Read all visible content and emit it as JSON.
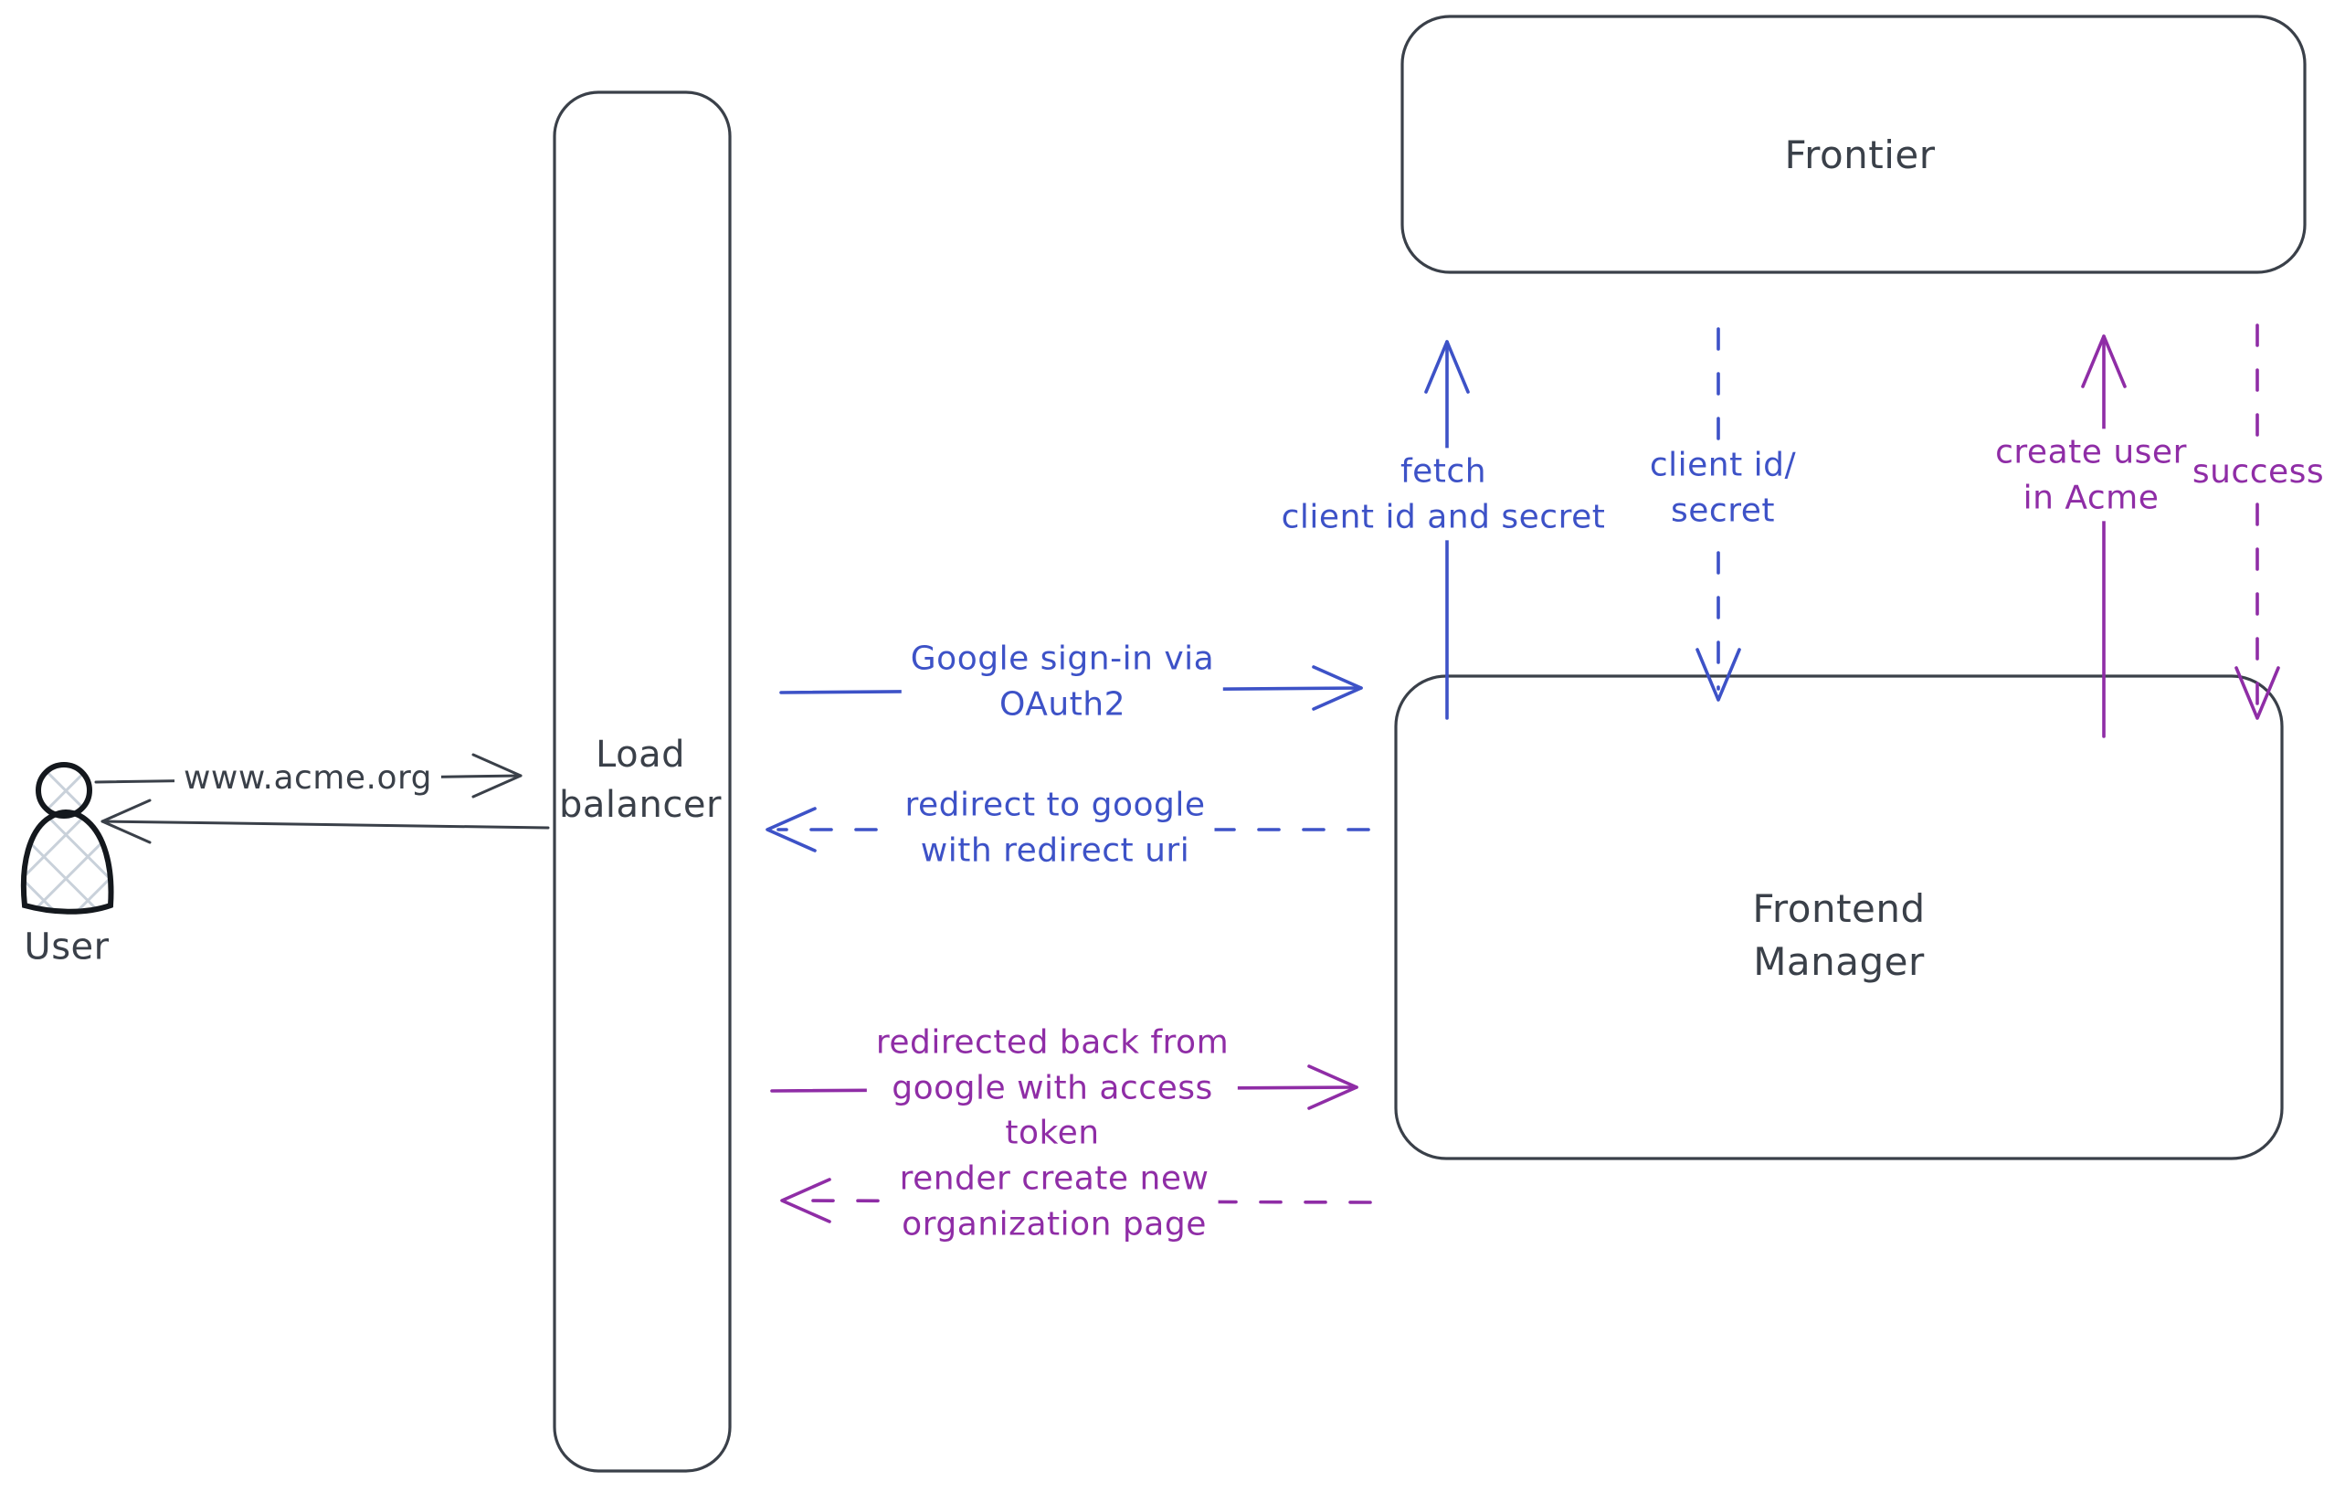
{
  "colors": {
    "ink": "#3a4049",
    "blue": "#3d52c7",
    "purple": "#8f2da6",
    "hatch": "#c9d1da",
    "bg": "#ffffff"
  },
  "nodes": {
    "user": {
      "label": "User"
    },
    "load_balancer": {
      "label": "Load\nbalancer"
    },
    "frontier": {
      "label": "Frontier"
    },
    "frontend_manager": {
      "label": "Frontend\nManager"
    }
  },
  "edges": {
    "www_acme": {
      "label": "www.acme.org",
      "style": "solid",
      "from": "user",
      "to": "load_balancer"
    },
    "lb_response": {
      "label": "",
      "style": "solid",
      "from": "load_balancer",
      "to": "user"
    },
    "google_signin": {
      "label": "Google sign-in via\nOAuth2",
      "style": "solid",
      "from": "load_balancer",
      "to": "frontend_manager"
    },
    "redirect_google": {
      "label": "redirect to google\nwith redirect uri",
      "style": "dashed",
      "from": "frontend_manager",
      "to": "load_balancer"
    },
    "redirected_back": {
      "label": "redirected back from\ngoogle with access\ntoken",
      "style": "solid",
      "from": "load_balancer",
      "to": "frontend_manager"
    },
    "render_page": {
      "label": "render create new\norganization page",
      "style": "dashed",
      "from": "frontend_manager",
      "to": "load_balancer"
    },
    "fetch_secret": {
      "label": "fetch\nclient id and secret",
      "style": "solid",
      "from": "frontend_manager",
      "to": "frontier"
    },
    "client_id_secret": {
      "label": "client id/\nsecret",
      "style": "dashed",
      "from": "frontier",
      "to": "frontend_manager"
    },
    "create_user": {
      "label": "create user\nin Acme",
      "style": "solid",
      "from": "frontend_manager",
      "to": "frontier"
    },
    "success": {
      "label": "success",
      "style": "dashed",
      "from": "frontier",
      "to": "frontend_manager"
    }
  }
}
